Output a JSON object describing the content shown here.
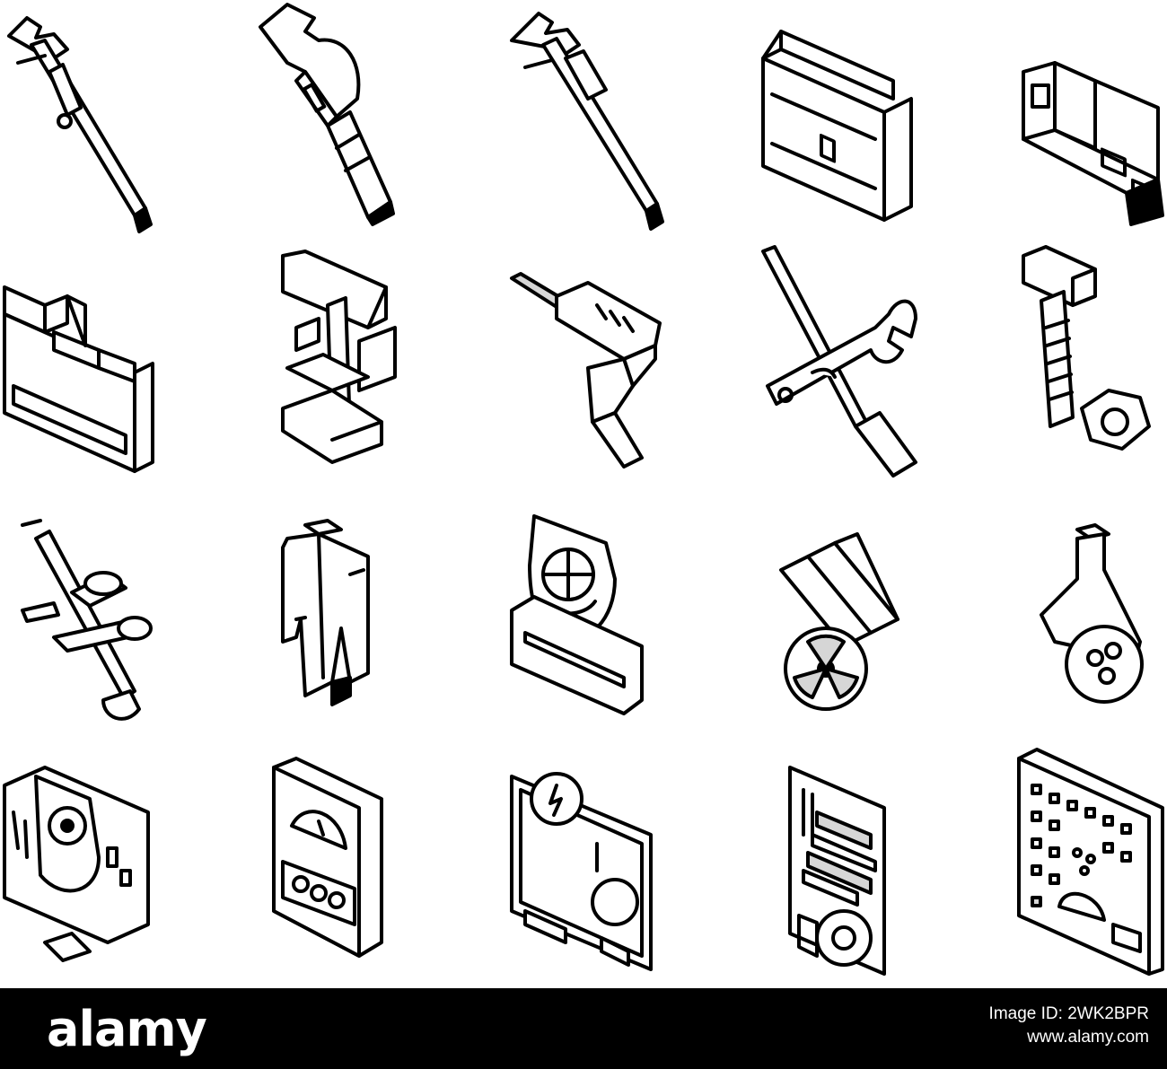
{
  "icons": [
    {
      "id": "caliper-icon"
    },
    {
      "id": "pipe-wrench-icon"
    },
    {
      "id": "vernier-caliper-icon"
    },
    {
      "id": "toolbox-icon"
    },
    {
      "id": "bench-vise-icon"
    },
    {
      "id": "workbench-icon"
    },
    {
      "id": "drill-press-icon"
    },
    {
      "id": "electric-drill-icon"
    },
    {
      "id": "screwdriver-wrench-icon"
    },
    {
      "id": "bolt-nut-icon"
    },
    {
      "id": "reamer-tool-icon"
    },
    {
      "id": "coverall-uniform-icon"
    },
    {
      "id": "safety-goggles-shield-icon"
    },
    {
      "id": "radiation-protection-icon"
    },
    {
      "id": "chemical-flask-icon"
    },
    {
      "id": "computer-gear-shield-icon"
    },
    {
      "id": "multimeter-icon"
    },
    {
      "id": "electrical-circuit-icon"
    },
    {
      "id": "circuit-board-icon"
    },
    {
      "id": "control-panel-icon"
    }
  ],
  "footer": {
    "logo": "alamy",
    "image_id": "Image ID: 2WK2BPR",
    "url": "www.alamy.com"
  },
  "colors": {
    "background": "#ffffff",
    "line": "#000000",
    "footer_bg": "#000000",
    "footer_text": "#ffffff"
  }
}
